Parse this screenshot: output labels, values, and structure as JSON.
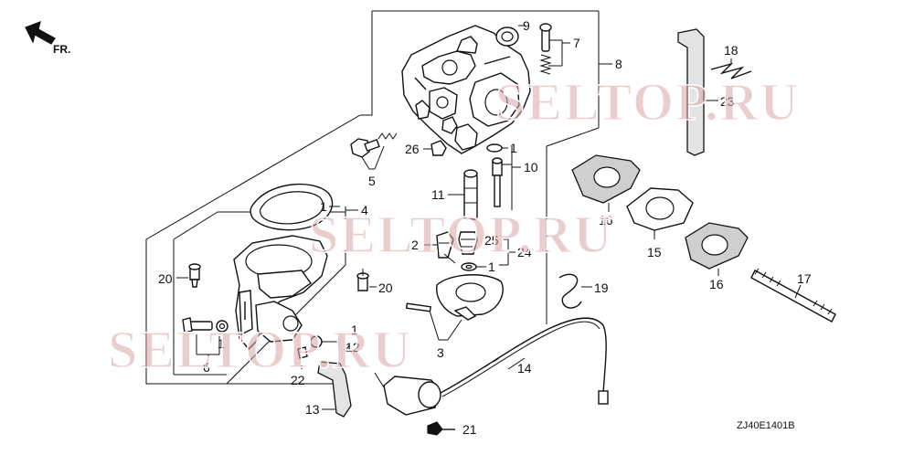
{
  "orientation": {
    "label": "FR.",
    "icon": "front-arrow-icon"
  },
  "diagram_code": "ZJ40E1401B",
  "watermark": [
    "SELTOP.RU",
    "SELTOP.RU",
    "SELTOP.RU"
  ],
  "callouts": {
    "c1a": "1",
    "c1b": "1",
    "c1c": "1",
    "c1d": "1",
    "c1e": "1",
    "c2": "2",
    "c3": "3",
    "c4": "4",
    "c5": "5",
    "c6": "6",
    "c7": "7",
    "c8": "8",
    "c9": "9",
    "c10": "10",
    "c11": "11",
    "c12": "12",
    "c13": "13",
    "c14": "14",
    "c15": "15",
    "c16a": "16",
    "c16b": "16",
    "c17": "17",
    "c18": "18",
    "c19": "19",
    "c20a": "20",
    "c20b": "20",
    "c21": "21",
    "c22": "22",
    "c23": "23",
    "c24": "24",
    "c25": "25",
    "c26": "26"
  },
  "colors": {
    "ink": "#111111",
    "watermark": "#d9a6a6",
    "gasket": "#cfcfcf"
  }
}
